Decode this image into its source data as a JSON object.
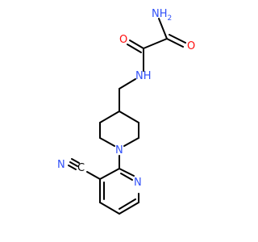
{
  "colors": {
    "bond": "#000000",
    "oxygen": "#ff0d0d",
    "nitrogen": "#3050f8",
    "carbon": "#000000",
    "background": "#ffffff"
  },
  "atoms": {
    "amide_nh2": {
      "text": "NH2",
      "element": "N",
      "sub": "2"
    },
    "oxo_left": {
      "text": "O",
      "element": "O"
    },
    "oxo_right": {
      "text": "O",
      "element": "O"
    },
    "amide_nh": {
      "text": "NH",
      "element": "N"
    },
    "piperidine_n": {
      "text": "N",
      "element": "N"
    },
    "nitrile_n": {
      "text": "N",
      "element": "N"
    },
    "nitrile_c": {
      "text": "C",
      "element": "C"
    },
    "pyridine_n": {
      "text": "N",
      "element": "N"
    }
  }
}
